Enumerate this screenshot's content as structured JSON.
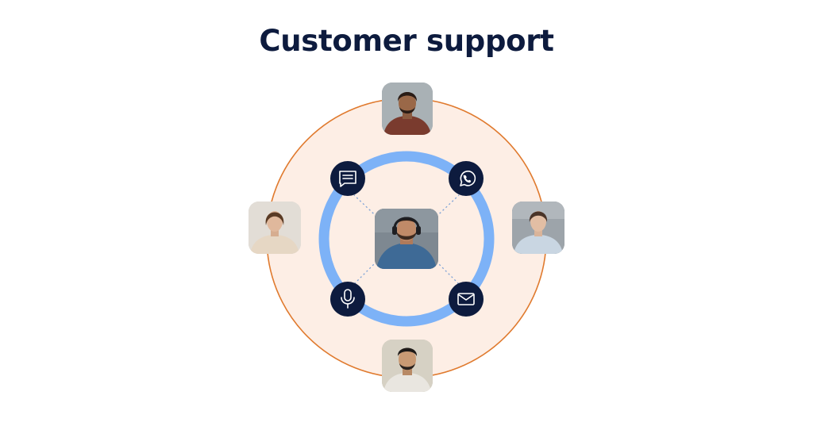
{
  "title": "Customer support",
  "colors": {
    "title_text": "#0d1b3e",
    "outer_ring_stroke": "#e07a2e",
    "outer_ring_fill": "#fdeee5",
    "inner_ring": "#7db2f7",
    "channel_badge": "#0d1b3e",
    "channel_glyph": "#ffffff",
    "connector": "#7fa3d6"
  },
  "center_agent": {
    "description": "support-agent-with-headset-photo"
  },
  "customers": [
    {
      "name": "customer-top",
      "description": "smiling-man-curly-hair-photo"
    },
    {
      "name": "customer-right",
      "description": "woman-in-office-photo"
    },
    {
      "name": "customer-bottom",
      "description": "smiling-man-beard-photo"
    },
    {
      "name": "customer-left",
      "description": "smiling-woman-photo"
    }
  ],
  "channels": [
    {
      "name": "chat",
      "icon": "chat-bubble-icon"
    },
    {
      "name": "whatsapp",
      "icon": "whatsapp-icon"
    },
    {
      "name": "voice",
      "icon": "microphone-icon"
    },
    {
      "name": "email",
      "icon": "envelope-icon"
    }
  ]
}
